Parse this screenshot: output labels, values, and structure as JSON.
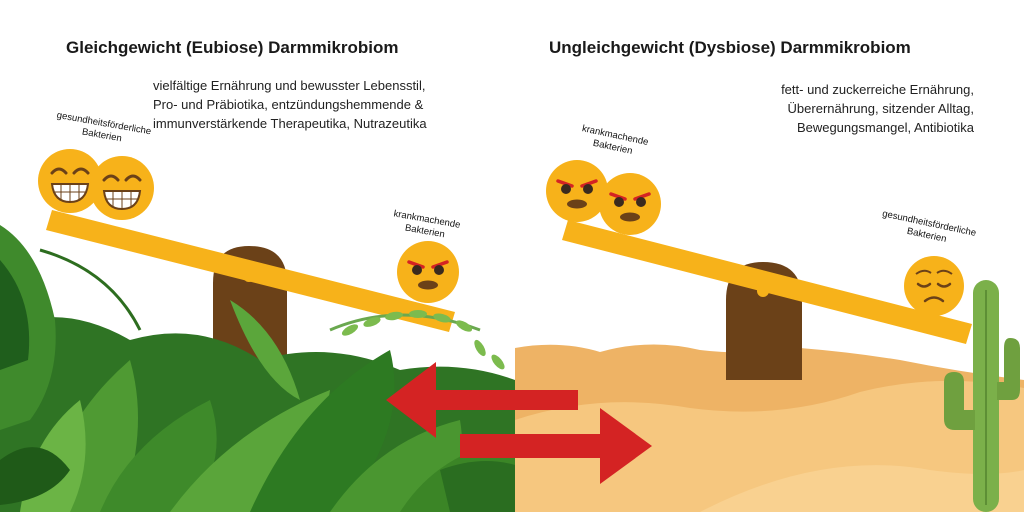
{
  "left": {
    "title": "Gleichgewicht (Eubiose) Darmmikrobiom",
    "description": "vielfältige Ernährung und bewusster Lebensstil,\nPro- und Präbiotika, entzündungshemmende &\nimmunverstärkende Therapeutika, Nutrazeutika",
    "good_label": "gesundheitsförderliche\nBakterien",
    "bad_label": "krankmachende\nBakterien"
  },
  "right": {
    "title": "Ungleichgewicht (Dysbiose) Darmmikrobiom",
    "description": "fett- und zuckerreiche Ernährung,\nÜberernährung, sitzender Alltag,\nBewegungsmangel, Antibiotika",
    "bad_label": "krankmachende\nBakterien",
    "good_label": "gesundheitsförderliche\nBakterien"
  },
  "colors": {
    "seesaw": "#f7b21a",
    "fulcrum": "#6b4118",
    "emoji": "#f7b21a",
    "arrow": "#d42323",
    "sand": "#f5c47a",
    "jungle": "#3f8a2c",
    "cactus": "#7bb04a"
  },
  "icons": [
    "grinning-face-icon",
    "angry-face-icon",
    "sad-face-icon",
    "left-arrow-icon",
    "right-arrow-icon",
    "cactus-icon"
  ]
}
